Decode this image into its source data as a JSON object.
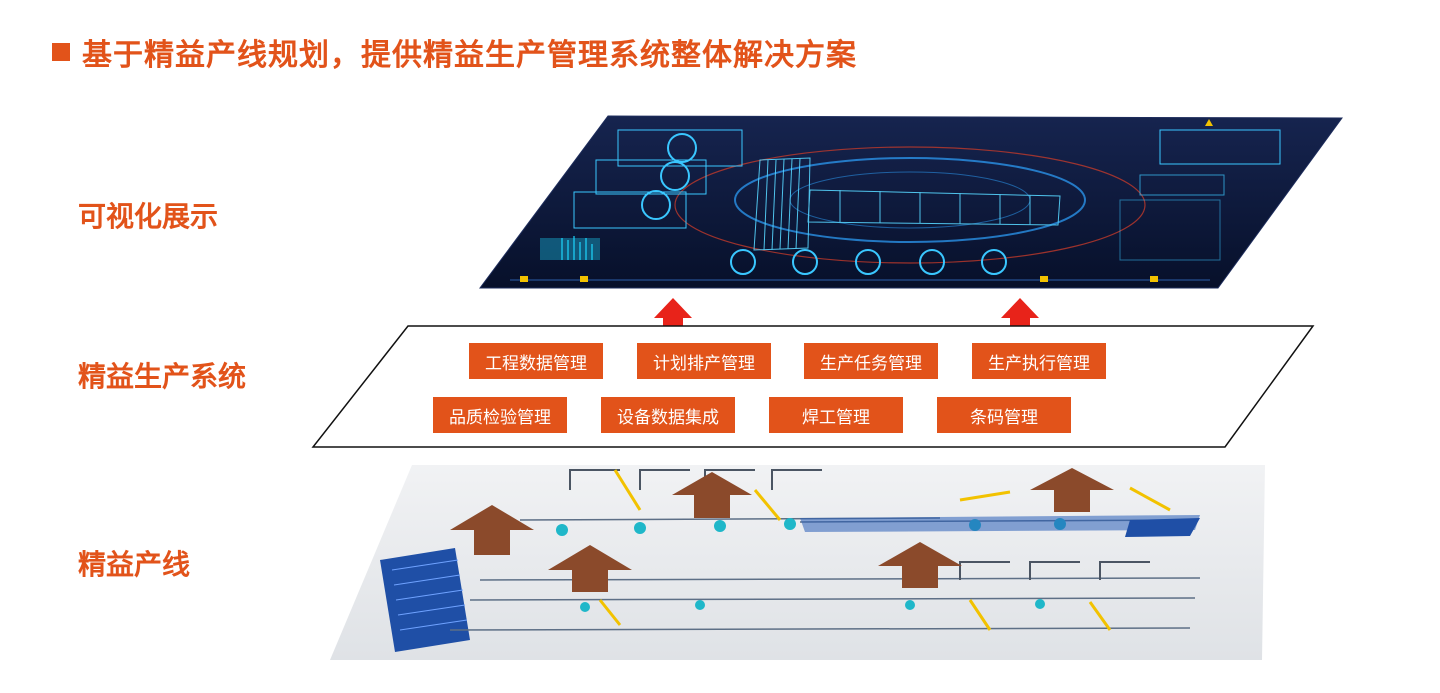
{
  "title": "基于精益产线规划，提供精益生产管理系统整体解决方案",
  "layers": {
    "visual": "可视化展示",
    "system": "精益生产系统",
    "line": "精益产线"
  },
  "modules": {
    "row1": [
      "工程数据管理",
      "计划排产管理",
      "生产任务管理",
      "生产执行管理"
    ],
    "row2": [
      "品质检验管理",
      "设备数据集成",
      "焊工管理",
      "条码管理"
    ]
  },
  "colors": {
    "accent": "#e2531a",
    "arrow_red": "#e8231a",
    "arrow_brown": "#8b4a2b",
    "dashboard_bg": "#0b1535",
    "factory_floor": "#e9ebee"
  }
}
